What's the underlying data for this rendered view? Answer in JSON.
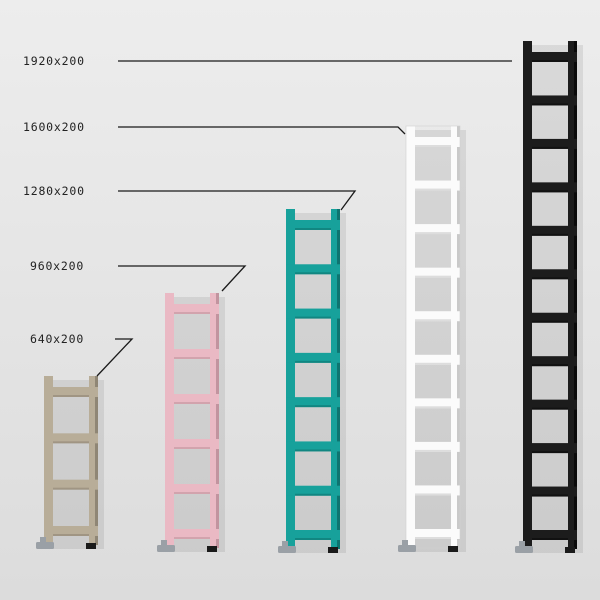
{
  "scene": {
    "background": "#e6e6e6",
    "radiators": [
      {
        "id": "r640",
        "size_label": "640x200",
        "color": "#b8ad98",
        "shadow": "#8f8675",
        "rungs": 4
      },
      {
        "id": "r960",
        "size_label": "960x200",
        "color": "#eab9c4",
        "shadow": "#c2949f",
        "rungs": 6
      },
      {
        "id": "r1280",
        "size_label": "1280x200",
        "color": "#17a19b",
        "shadow": "#0e7470",
        "rungs": 8
      },
      {
        "id": "r1600",
        "size_label": "1600x200",
        "color": "#fbfbfb",
        "shadow": "#c9c9c9",
        "rungs": 10
      },
      {
        "id": "r1920",
        "size_label": "1920x200",
        "color": "#1c1c1c",
        "shadow": "#0a0a0a",
        "rungs": 12
      }
    ],
    "valve_color": "#9aa0a6",
    "leader_color": "#1a1a1a"
  }
}
